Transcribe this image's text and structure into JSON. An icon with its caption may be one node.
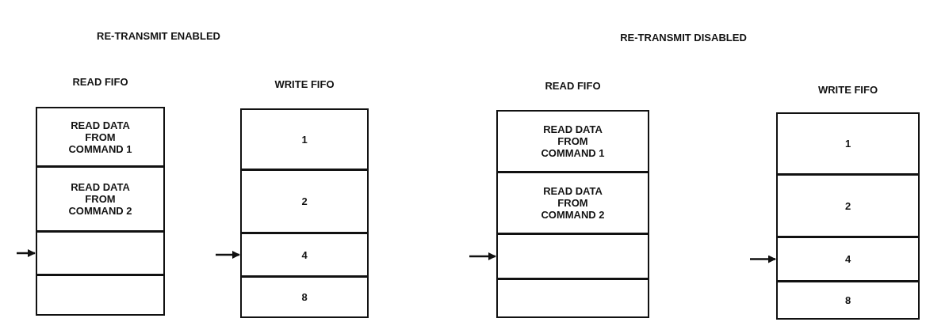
{
  "diagram": {
    "nodes": [
      {
        "text": [
          "READ FIFO"
        ]
      },
      {
        "text": [
          "READ DATA FROM COMMAND 1"
        ],
        "in": 0
      },
      {
        "text": [
          "READ DATA FROM COMMAND 2"
        ],
        "in": 0
      },
      {
        "text": [],
        "shape": "box",
        "in": 0
      },
      {
        "text": [],
        "shape": "box",
        "in": 0
      },
      {
        "text": [
          "WRITE FIFO"
        ]
      },
      {
        "text": [
          "1"
        ],
        "in": 5
      },
      {
        "text": [
          "2"
        ],
        "in": 5
      },
      {
        "text": [
          "4"
        ],
        "in": 5
      },
      {
        "text": [
          "8"
        ],
        "in": 5
      },
      {
        "text": [
          "READ FIFO"
        ]
      },
      {
        "text": [
          "READ DATA FROM COMMAND 1"
        ],
        "in": 10
      },
      {
        "text": [
          "READ DATA FROM COMMAND 2"
        ],
        "in": 10
      },
      {
        "text": [],
        "shape": "box",
        "in": 10
      },
      {
        "text": [],
        "shape": "box",
        "in": 10
      },
      {
        "text": [
          "WRITE FIFO"
        ]
      },
      {
        "text": [
          "1"
        ],
        "in": 15
      },
      {
        "text": [
          "2"
        ],
        "in": 15
      },
      {
        "text": [
          "4"
        ],
        "in": 15
      },
      {
        "text": [
          "8"
        ],
        "in": 15
      }
    ],
    "edges": [
      {
        "from": null,
        "to": 3,
        "arrow": "to"
      },
      {
        "from": null,
        "to": 8,
        "arrow": "to"
      },
      {
        "from": null,
        "to": 13,
        "arrow": "to"
      },
      {
        "from": null,
        "to": 18,
        "arrow": "to"
      }
    ],
    "labels": [
      "RE-TRANSMIT ENABLED",
      "RE-TRANSMIT DISABLED"
    ]
  }
}
